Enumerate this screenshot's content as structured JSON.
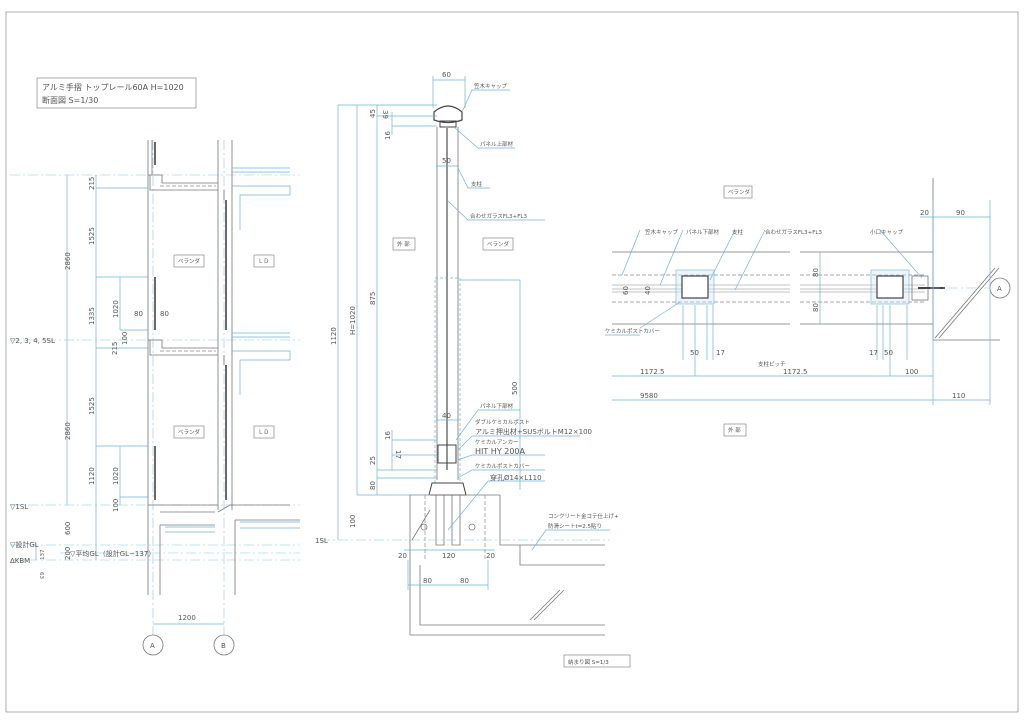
{
  "section": {
    "title_line1": "アルミ手摺 トップレール60A H=1020",
    "title_line2": "断面図 S=1/30",
    "rooms": [
      "ベランダ",
      "ＬＤ",
      "ベランダ",
      "ＬＤ"
    ],
    "dims_outer": [
      "2860",
      "2860"
    ],
    "dims_mid": [
      "215",
      "1525",
      "1335",
      "215",
      "1525",
      "1120",
      "600",
      "200"
    ],
    "dims_inner": [
      "1020",
      "100",
      "1020",
      "100",
      "80",
      "80",
      "137",
      "63"
    ],
    "levels": [
      "▽2, 3, 4, 5SL",
      "▽1SL",
      "▽設計GL",
      "▽平均GL（設計GL−137）",
      "ΔKBM"
    ],
    "grid_dim": "1200",
    "grid_labels": [
      "A",
      "B"
    ]
  },
  "detail": {
    "top_width": "60",
    "dims_left": [
      "1120",
      "H=1020",
      "45",
      "875",
      "25",
      "80",
      "100",
      "39",
      "16",
      "16",
      "17"
    ],
    "level": "1SL",
    "post_width": "50",
    "lower_width": "40",
    "glass_height": "500",
    "zones": [
      "外 部",
      "ベランダ"
    ],
    "callouts": [
      "笠木キャップ",
      "パネル上部材",
      "支柱",
      "合わせガラスFL3+FL3",
      "パネル下部材",
      "ダブルケミカルポスト",
      "アルミ押出材+SUSボルトM12×100",
      "ケミカルアンカー",
      "HIT HY 200A",
      "ケミカルポストカバー",
      "穿孔Ø14×L110",
      "コンクリート金コテ仕上げ+",
      "防滑シートt=2.5貼り"
    ],
    "bottom_dims": [
      "20",
      "120",
      "20",
      "80",
      "80"
    ],
    "scale_label": "納まり図 S=1/3"
  },
  "plan": {
    "zones": [
      "ベランダ",
      "外 部"
    ],
    "callouts": [
      "笠木キャップ",
      "パネル下部材",
      "支柱",
      "合わせガラスFL3+FL3",
      "小口キャップ",
      "ケミカルポストカバー"
    ],
    "dims": [
      "60",
      "40",
      "80",
      "80",
      "50",
      "17",
      "17",
      "50",
      "20",
      "90",
      "100",
      "110"
    ],
    "pitch_label": "支柱ピッチ",
    "pitch": [
      "1172.5",
      "1172.5"
    ],
    "total": "9580",
    "grid_label": "A"
  }
}
